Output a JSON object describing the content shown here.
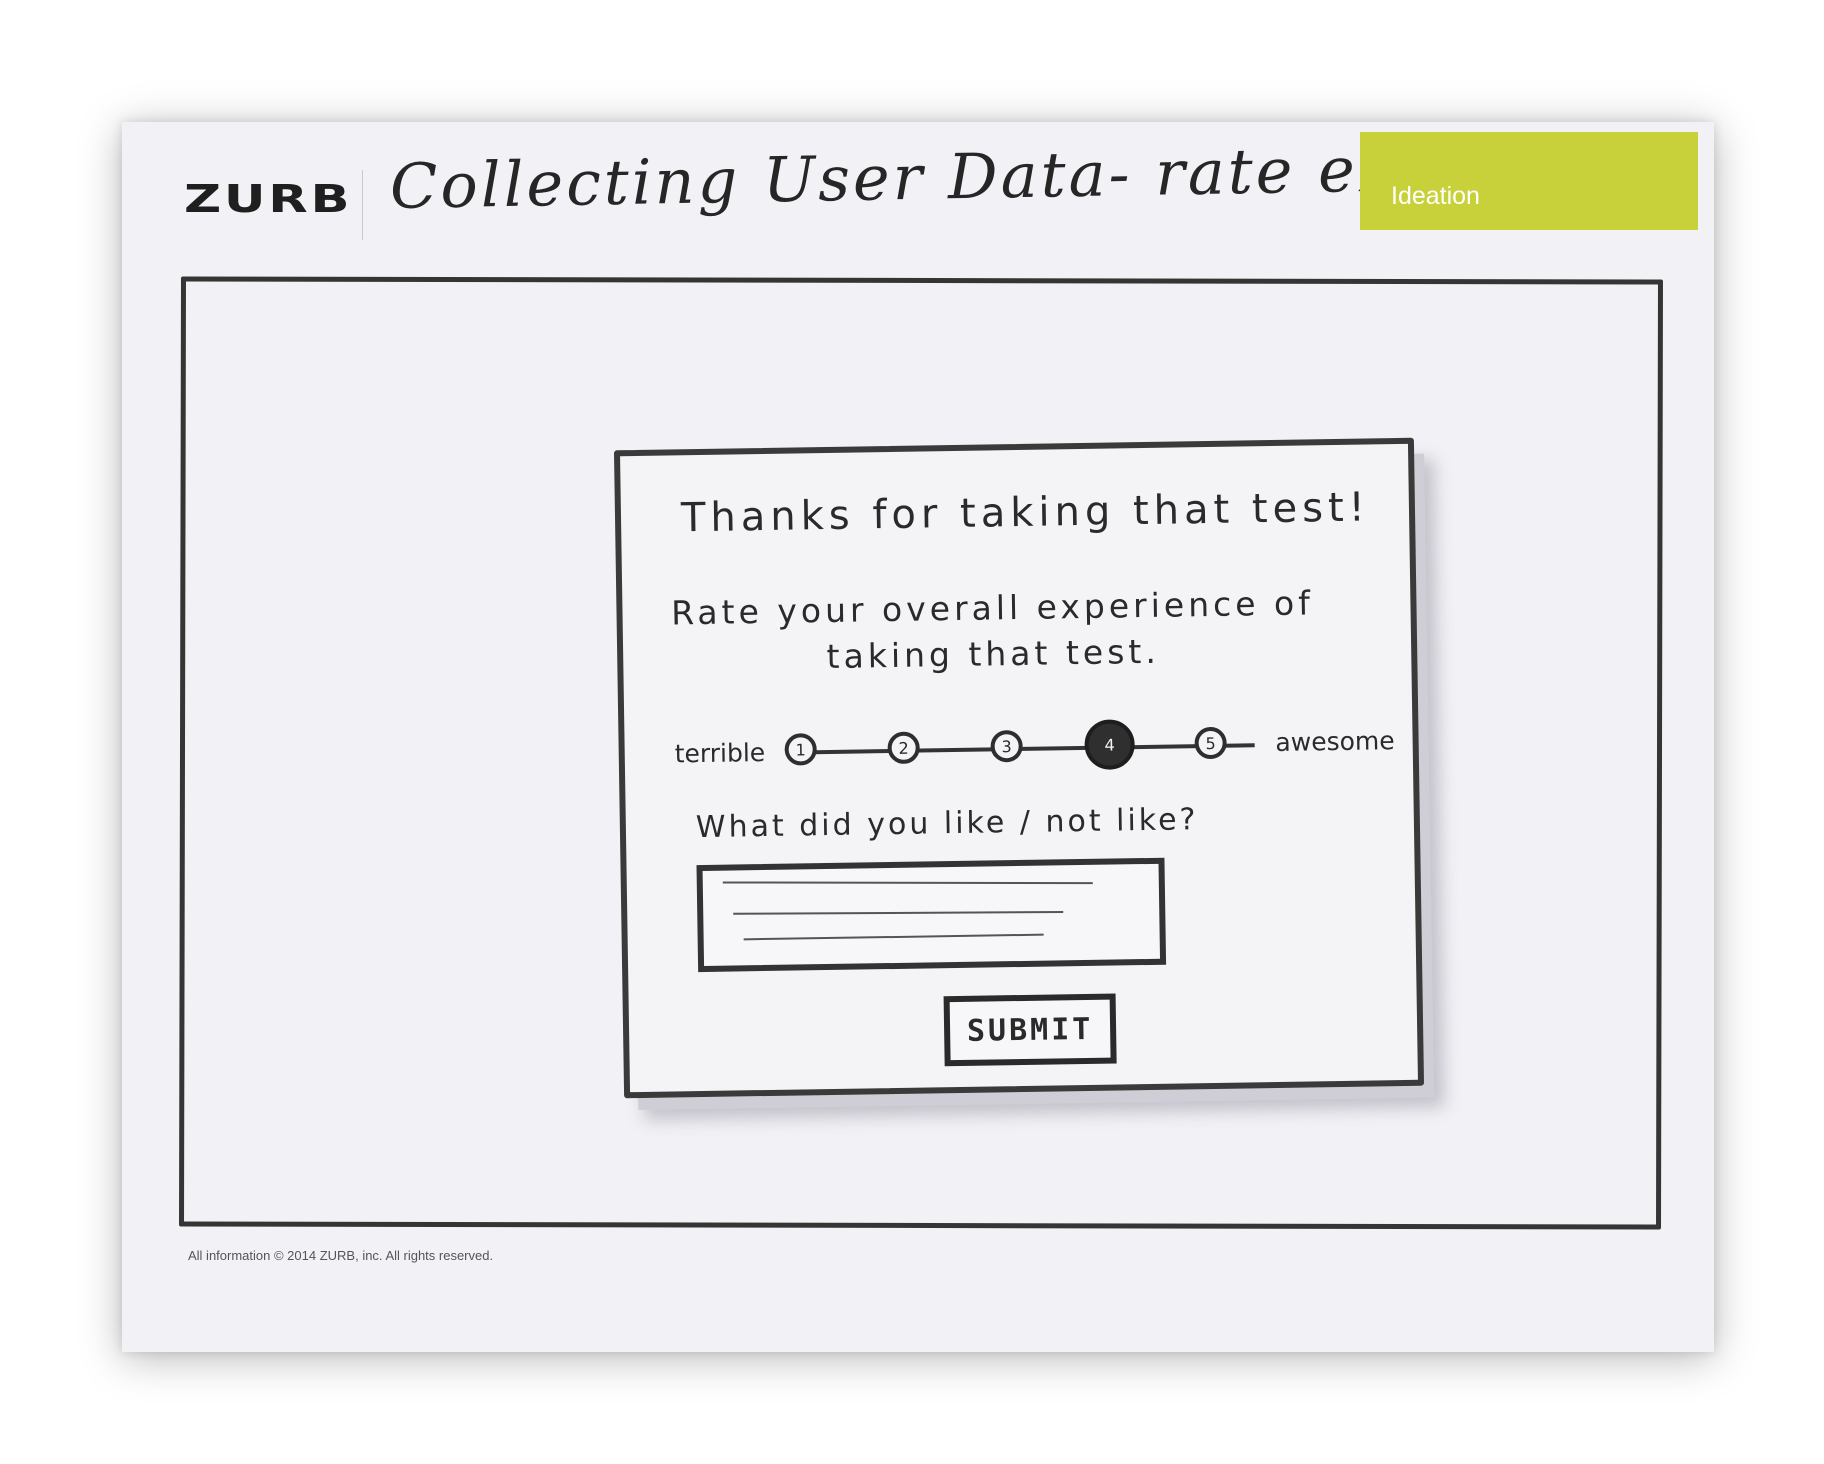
{
  "header": {
    "logo": "ZURB",
    "title": "Collecting User Data- rate experience",
    "tag": "Ideation"
  },
  "dialog": {
    "title": "Thanks for taking that test!",
    "question": "Rate your overall experience of taking that test.",
    "scale": {
      "label_low": "terrible",
      "label_high": "awesome",
      "options": [
        "1",
        "2",
        "3",
        "4",
        "5"
      ],
      "selected": "4"
    },
    "comment_label": "What did you like / not like?",
    "submit_label": "SUBMIT"
  },
  "footer": {
    "copyright": "All information © 2014 ZURB, inc.  All rights reserved."
  },
  "colors": {
    "tag_background": "#c8d13a",
    "paper": "#f2f1f5",
    "ink": "#2a2a2a"
  }
}
